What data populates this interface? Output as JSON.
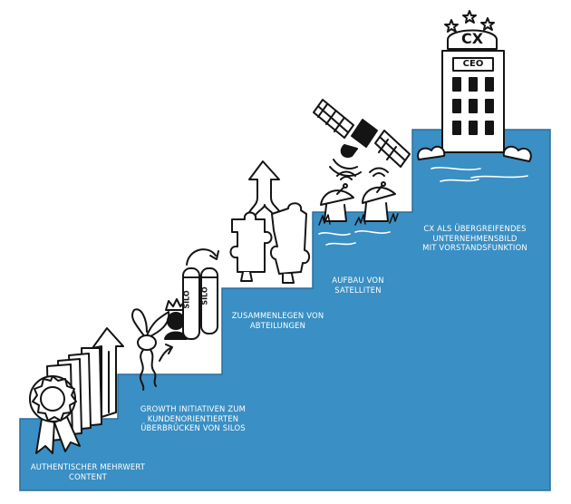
{
  "colors": {
    "stairs": "#3a8fc4",
    "stairs_shadow": "#2f7db0",
    "ink": "#141414",
    "paper": "#ffffff"
  },
  "steps": [
    {
      "caption": [
        "AUTHENTISCHER MEHRWERT",
        "CONTENT"
      ],
      "icon": "award-documents-arrow-icon"
    },
    {
      "caption": [
        "GROWTH INITIATIVEN ZUM",
        "KUNDENORIENTIERTEN",
        "ÜBERBRÜCKEN VON SILOS"
      ],
      "icon": "silos-king-sprout-icon"
    },
    {
      "caption": [
        "ZUSAMMENLEGEN VON",
        "ABTEILUNGEN"
      ],
      "icon": "puzzle-merge-arrow-icon"
    },
    {
      "caption": [
        "AUFBAU VON",
        "SATELLITEN"
      ],
      "icon": "satellite-dishes-icon"
    },
    {
      "caption": [
        "CX ALS ÜBERGREIFENDES",
        "UNTERNEHMENSBILD",
        "MIT VORSTANDSFUNKTION"
      ],
      "icon": "cx-ceo-building-icon"
    }
  ],
  "silo_labels": [
    "SILO",
    "SILO"
  ],
  "building": {
    "roof_sign": "CX",
    "door_sign": "CEO"
  }
}
